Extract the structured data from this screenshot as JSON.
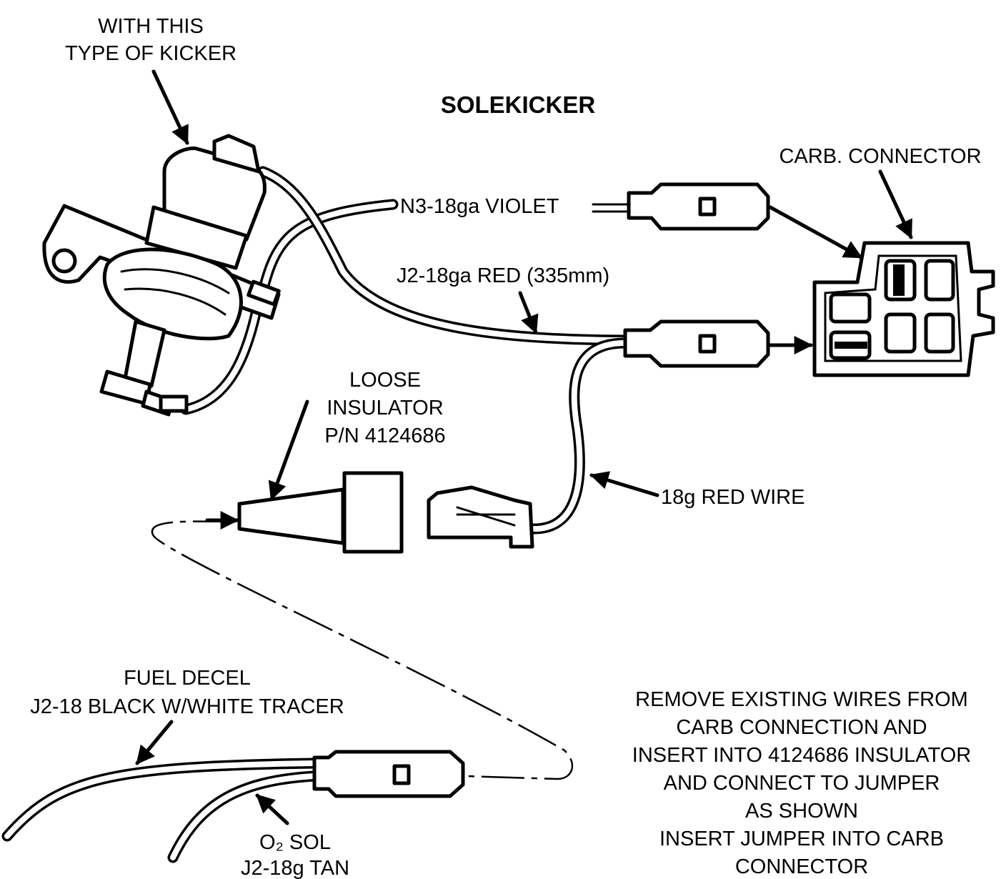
{
  "title": "SOLEKICKER",
  "labels": {
    "kicker_type": [
      "WITH THIS",
      "TYPE OF KICKER"
    ],
    "carb_connector": "CARB. CONNECTOR",
    "violet_wire": "N3-18ga VIOLET",
    "red_wire_335": "J2-18ga RED (335mm)",
    "loose_insulator": [
      "LOOSE",
      "INSULATOR",
      "P/N 4124686"
    ],
    "red_wire_18g": "18g RED WIRE",
    "fuel_decel": [
      "FUEL DECEL",
      "J2-18 BLACK W/WHITE TRACER"
    ],
    "o2_sol": [
      "O₂ SOL",
      "J2-18g TAN"
    ],
    "instructions": [
      "REMOVE EXISTING WIRES FROM",
      "CARB CONNECTION AND",
      "INSERT INTO 4124686 INSULATOR",
      "AND CONNECT TO JUMPER",
      "AS SHOWN",
      "INSERT JUMPER INTO CARB",
      "CONNECTOR"
    ]
  }
}
